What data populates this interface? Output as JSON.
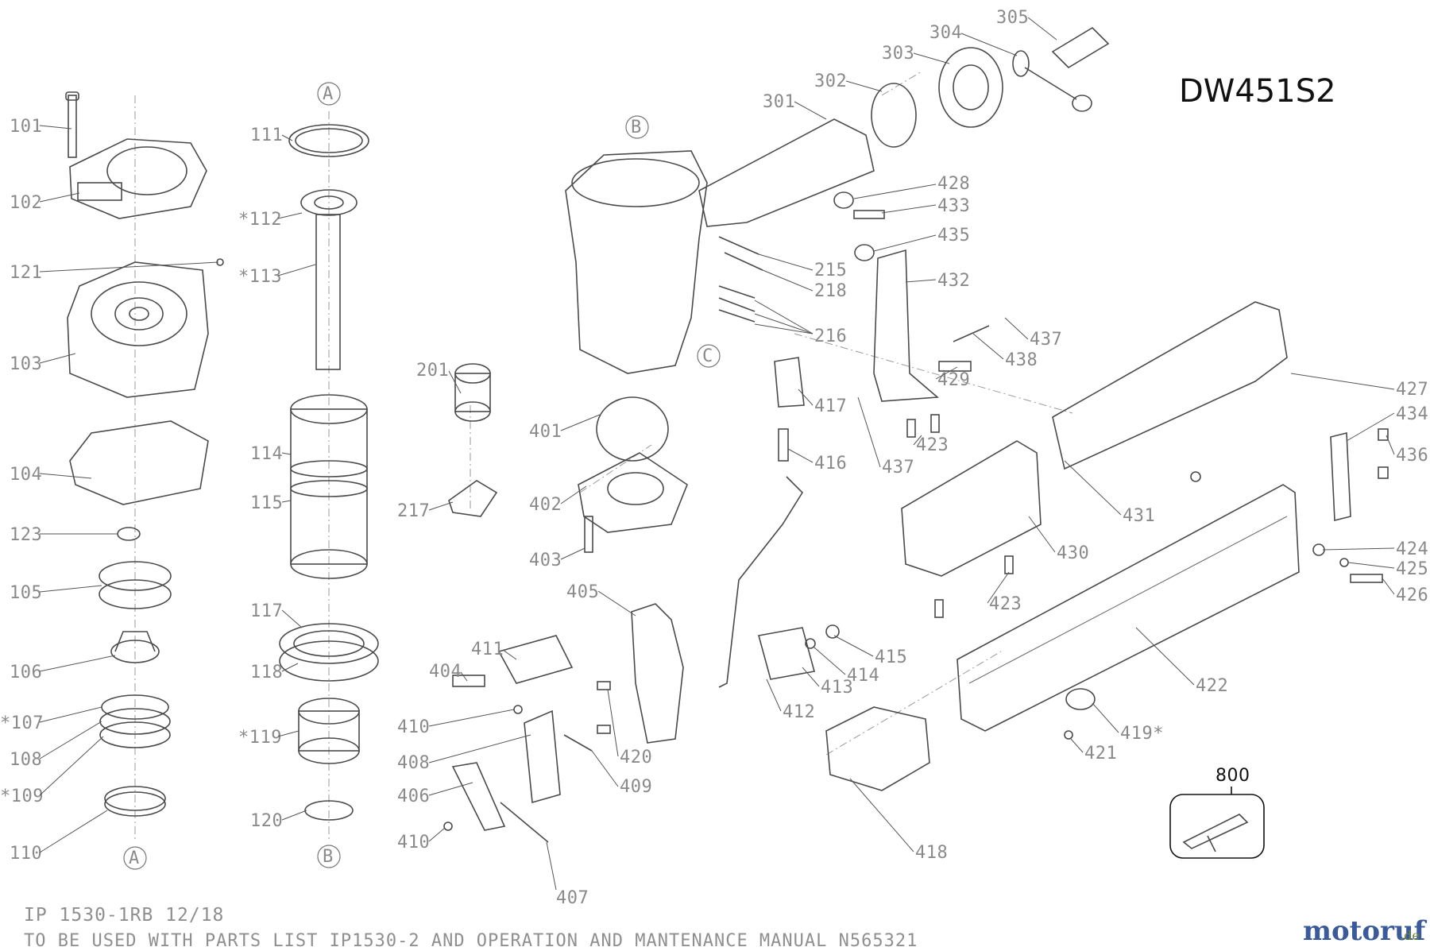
{
  "model": "DW451S2",
  "footer": {
    "ref": "IP 1530-1RB 12/18",
    "note": "TO BE USED WITH PARTS LIST IP1530-2 AND OPERATION AND MANTENANCE MANUAL N565321"
  },
  "kit_label": "800",
  "logo": {
    "main": "motoruf",
    "suffix": ".de"
  },
  "callouts": {
    "A_top": "A",
    "A_bottom": "A",
    "B_top": "B",
    "B_bottom": "B",
    "C": "C",
    "c101": "101",
    "c102": "102",
    "c121": "121",
    "c103": "103",
    "c104": "104",
    "c123": "123",
    "c105": "105",
    "c106": "106",
    "c107": "*107",
    "c108": "108",
    "c109": "*109",
    "c110": "110",
    "c111": "111",
    "c112": "*112",
    "c113": "*113",
    "c114": "114",
    "c115": "115",
    "c117": "117",
    "c118": "118",
    "c119": "*119",
    "c120": "120",
    "c201": "201",
    "c217": "217",
    "c401": "401",
    "c402": "402",
    "c403": "403",
    "c405": "405",
    "c411": "411",
    "c404": "404",
    "c410a": "410",
    "c408": "408",
    "c406": "406",
    "c410b": "410",
    "c407": "407",
    "c420": "420",
    "c409": "409",
    "c301": "301",
    "c302": "302",
    "c303": "303",
    "c304": "304",
    "c305": "305",
    "c428": "428",
    "c433": "433",
    "c435": "435",
    "c215": "215",
    "c218": "218",
    "c216": "216",
    "c432": "432",
    "c437a": "437",
    "c438": "438",
    "c429": "429",
    "c417": "417",
    "c416": "416",
    "c423a": "423",
    "c437b": "437",
    "c427": "427",
    "c434": "434",
    "c436": "436",
    "c431": "431",
    "c430": "430",
    "c424": "424",
    "c425": "425",
    "c426": "426",
    "c423b": "423",
    "c422": "422",
    "c415": "415",
    "c414": "414",
    "c413": "413",
    "c412": "412",
    "c419": "419*",
    "c421": "421",
    "c418": "418"
  }
}
